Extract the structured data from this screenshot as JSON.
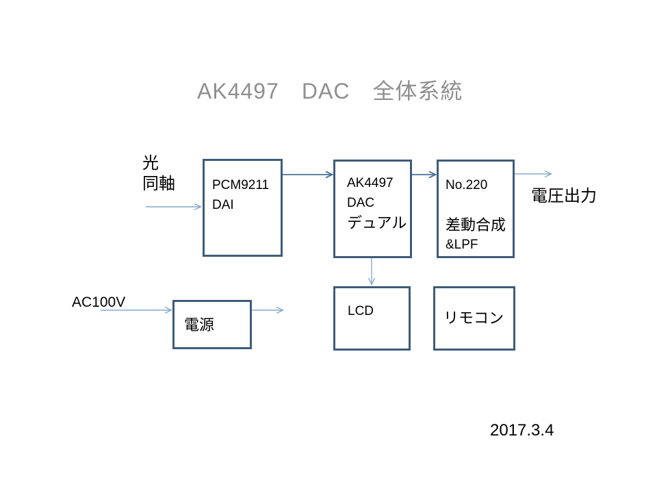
{
  "slide": {
    "title": "AK4497　DAC　全体系統",
    "date": "2017.3.4"
  },
  "labels": {
    "optical": "光\n同軸",
    "voltage_output": "電圧出力",
    "ac_input": "AC100V"
  },
  "boxes": {
    "dai": {
      "lines": [
        "PCM9211",
        "DAI"
      ]
    },
    "dac": {
      "lines": [
        "AK4497",
        "DAC",
        "デュアル"
      ]
    },
    "lpf": {
      "lines": [
        "No.220",
        "差動合成",
        "&LPF"
      ]
    },
    "psu": {
      "label": "電源"
    },
    "lcd": {
      "label": "LCD"
    },
    "remote": {
      "label": "リモコン"
    }
  },
  "connections": [
    {
      "from": "optical-coax-input",
      "to": "dai",
      "style": "light-arrow"
    },
    {
      "from": "dai",
      "to": "dac",
      "style": "dark-arrow"
    },
    {
      "from": "dac",
      "to": "lpf",
      "style": "dark-arrow"
    },
    {
      "from": "lpf",
      "to": "voltage-output",
      "style": "light-arrow"
    },
    {
      "from": "ac100v-input",
      "to": "psu",
      "style": "light-arrow"
    },
    {
      "from": "psu",
      "to": "out",
      "style": "light-arrow"
    },
    {
      "from": "dac",
      "to": "lcd",
      "style": "light-arrow"
    }
  ],
  "colors": {
    "background": "#ffffff",
    "box_border": "#3e5c7a",
    "connector_dark": "#4a6e99",
    "arrow_light": "#85aacc",
    "title_gray": "#8f8f8f",
    "text": "#000000"
  }
}
